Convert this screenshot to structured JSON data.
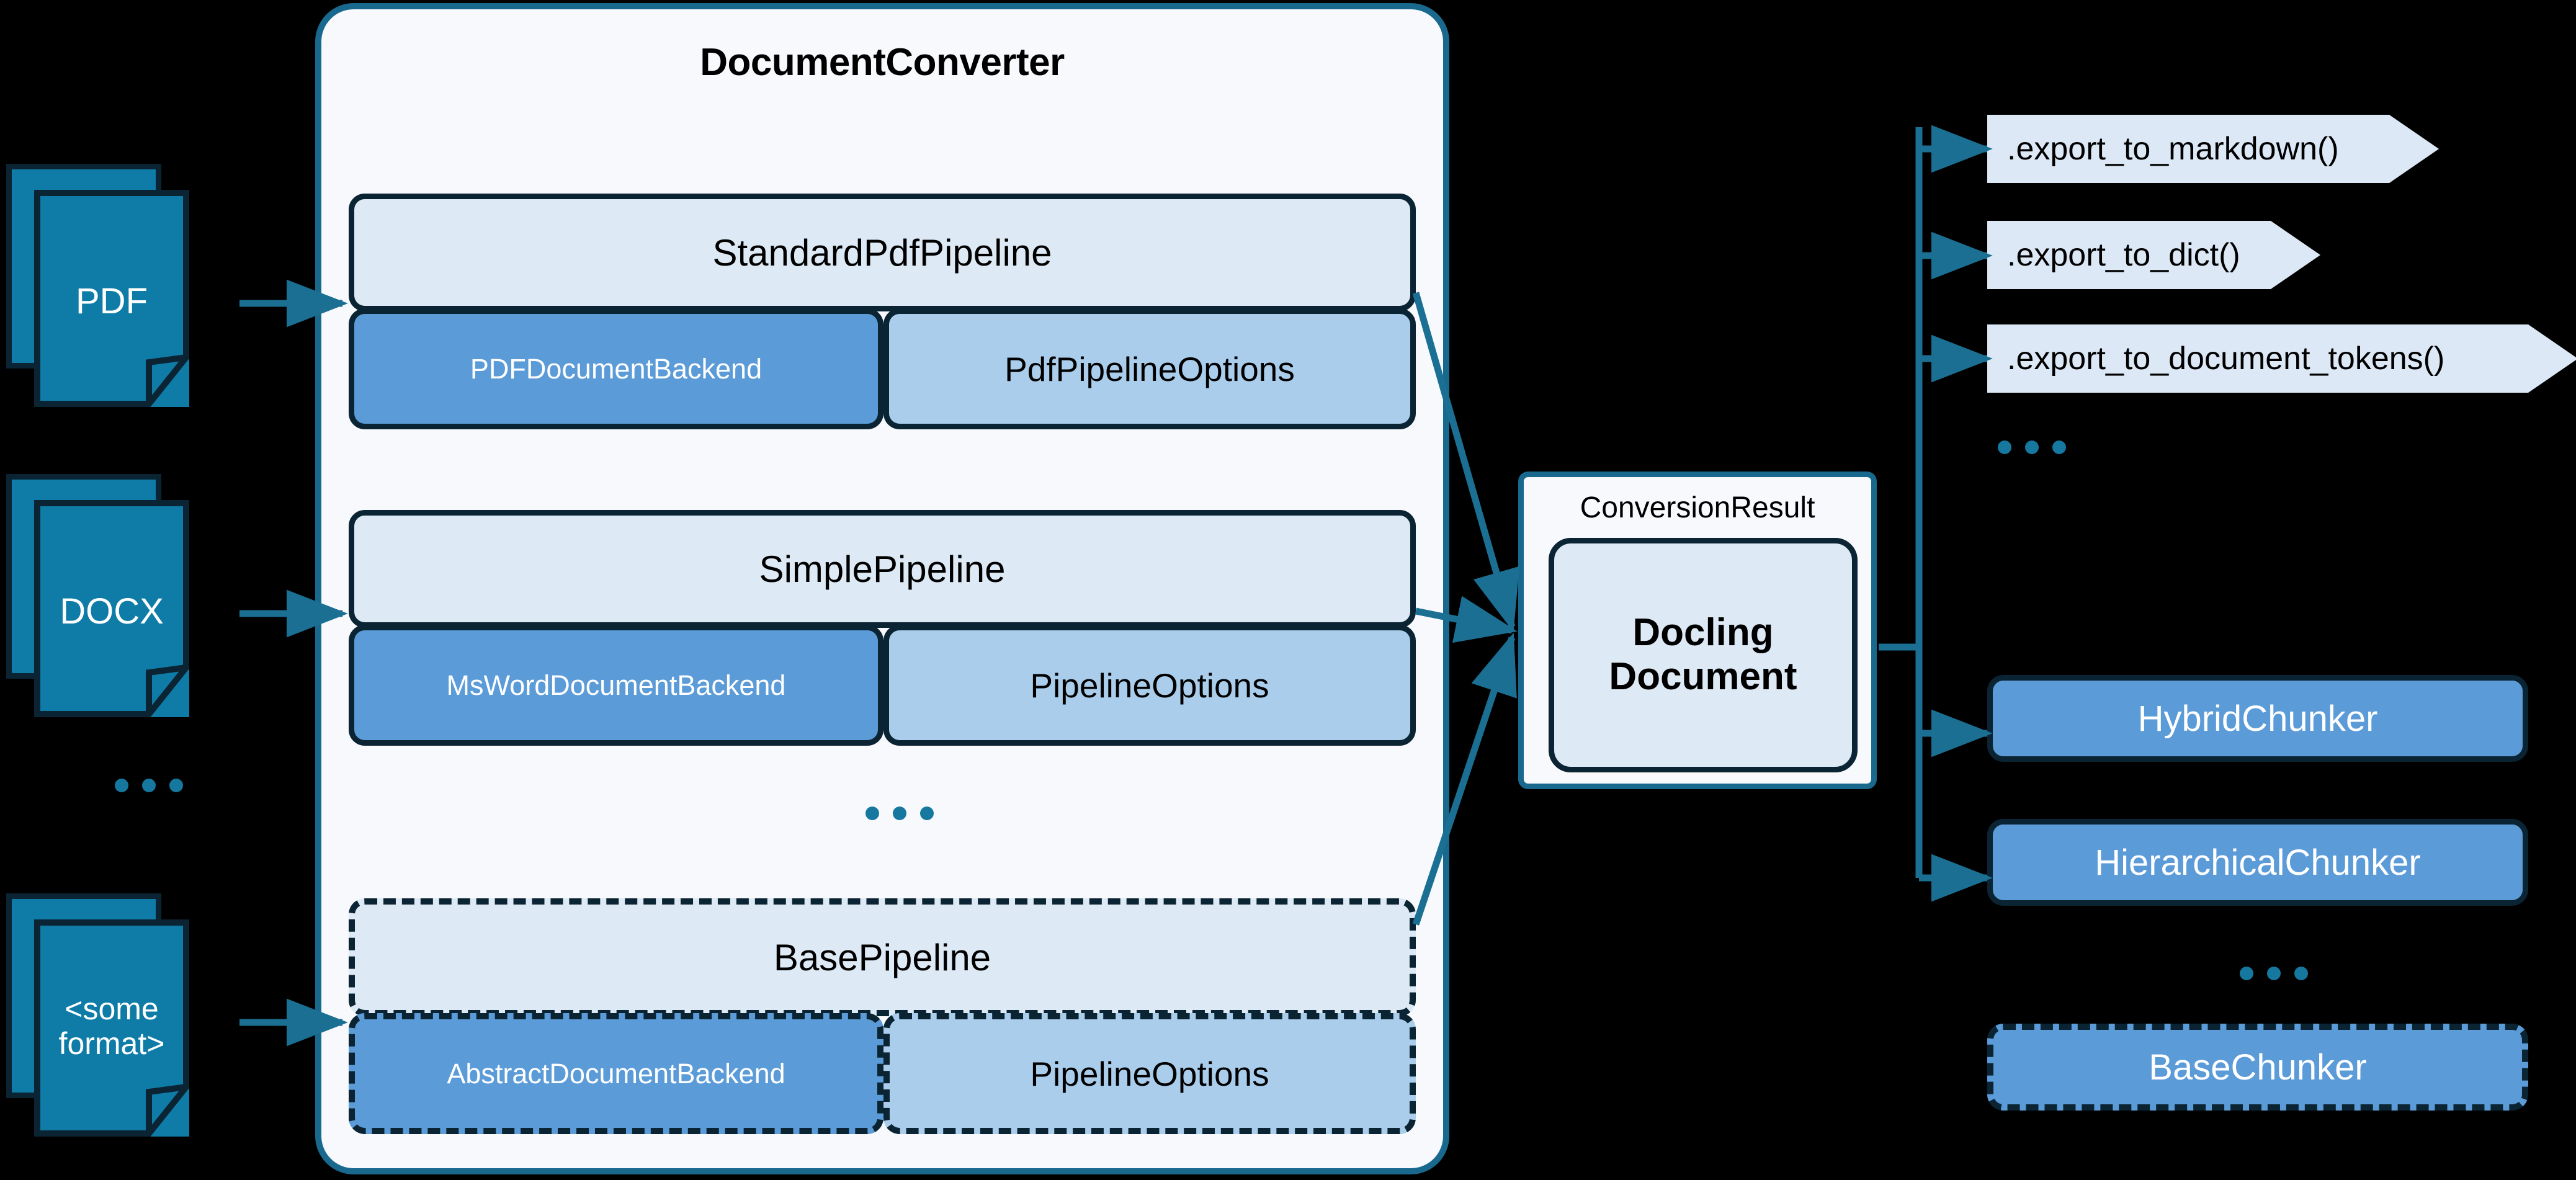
{
  "diagram": {
    "title": "DocumentConverter",
    "ellipsis": "..."
  },
  "sources": [
    {
      "label": "PDF",
      "name": "pdf"
    },
    {
      "label": "DOCX",
      "name": "docx"
    },
    {
      "label": "<some\nformat>",
      "name": "some-format"
    }
  ],
  "source_ellipsis": "...",
  "pipelines": [
    {
      "name": "standard-pdf-pipeline",
      "header": "StandardPdfPipeline",
      "backend": "PDFDocumentBackend",
      "options": "PdfPipelineOptions",
      "style": "solid"
    },
    {
      "name": "simple-pipeline",
      "header": "SimplePipeline",
      "backend": "MsWordDocumentBackend",
      "options": "PipelineOptions",
      "style": "solid"
    },
    {
      "name": "base-pipeline",
      "header": "BasePipeline",
      "backend": "AbstractDocumentBackend",
      "options": "PipelineOptions",
      "style": "dashed"
    }
  ],
  "pipeline_ellipsis": "...",
  "conversion_result": {
    "label": "ConversionResult",
    "document": "Docling\nDocument"
  },
  "exports": [
    {
      "name": "export-to-markdown",
      "label": ".export_to_markdown()"
    },
    {
      "name": "export-to-dict",
      "label": ".export_to_dict()"
    },
    {
      "name": "export-to-document-tokens",
      "label": ".export_to_document_tokens()"
    }
  ],
  "export_ellipsis": "...",
  "chunkers": [
    {
      "name": "hybrid-chunker",
      "label": "HybridChunker",
      "style": "solid"
    },
    {
      "name": "hierarchical-chunker",
      "label": "HierarchicalChunker",
      "style": "solid"
    },
    {
      "name": "base-chunker",
      "label": "BaseChunker",
      "style": "dashed"
    }
  ],
  "chunker_ellipsis": "...",
  "colors": {
    "background": "#000000",
    "container_fill": "#f7f9fd",
    "container_border": "#18698d",
    "pipeline_header_fill": "#dde9f4",
    "backend_fill": "#5b9bd8",
    "options_fill": "#a9cdeb",
    "doc_icon_fill": "#0f7ca8",
    "doc_icon_border": "#0b2433",
    "export_fill": "#dce8f5",
    "connector": "#1a6f92",
    "dark_border": "#0b2433",
    "dots": "#16789f"
  }
}
